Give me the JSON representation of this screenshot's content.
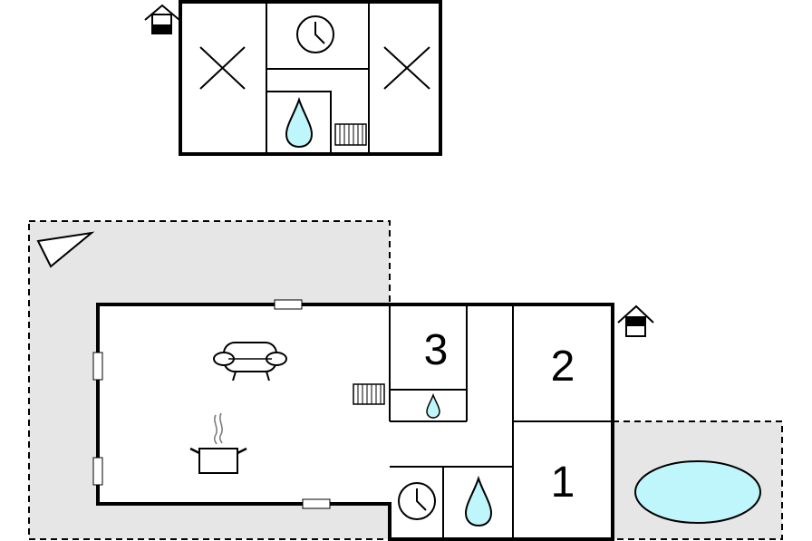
{
  "floorplan": {
    "upper_floor": {
      "rooms": [
        {
          "id": "attic-left",
          "label": ""
        },
        {
          "id": "boiler",
          "label": ""
        },
        {
          "id": "bathroom-upper",
          "label": ""
        },
        {
          "id": "attic-right",
          "label": ""
        }
      ],
      "icons": [
        "entrance-icon",
        "x-mark-icon",
        "clock-icon",
        "water-drop-icon",
        "radiator-icon",
        "x-mark-icon"
      ]
    },
    "ground_floor": {
      "room_numbers": {
        "room1": "1",
        "room2": "2",
        "room3": "3"
      },
      "icons": [
        "terrace-icon",
        "sofa-icon",
        "cooking-pot-icon",
        "radiator-icon",
        "water-drop-icon",
        "clock-icon",
        "entrance-icon",
        "pool-icon"
      ]
    },
    "colors": {
      "wall": "#000000",
      "terrace_fill": "#e6e6e6",
      "water": "#bff6fb",
      "background": "#ffffff"
    }
  }
}
